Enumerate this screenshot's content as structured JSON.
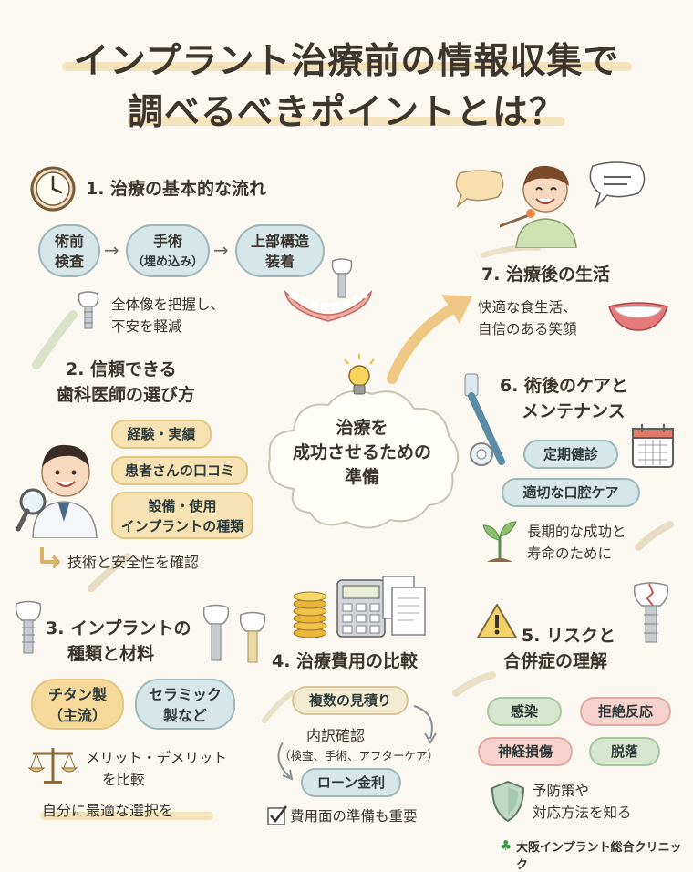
{
  "title": {
    "line1": "インプラント治療前の情報収集で",
    "line2": "調べるべきポイントとは？"
  },
  "center": {
    "line1": "治療を",
    "line2": "成功させるための",
    "line3": "準備"
  },
  "sections": {
    "s1": {
      "title": "1. 治療の基本的な流れ",
      "steps": [
        {
          "l1": "術前",
          "l2": "検査"
        },
        {
          "l1": "手術",
          "l2": "（埋め込み）"
        },
        {
          "l1": "上部構造",
          "l2": "装着"
        }
      ],
      "note1": "全体像を把握し、",
      "note2": "不安を軽減"
    },
    "s2": {
      "title1": "2. 信頼できる",
      "title2": "歯科医師の選び方",
      "tags": [
        "経験・実績",
        "患者さんの口コミ"
      ],
      "tag3_l1": "設備・使用",
      "tag3_l2": "インプラントの種類",
      "confirm": "技術と安全性を確認"
    },
    "s3": {
      "title1": "3. インプラントの",
      "title2": "種類と材料",
      "mat1_l1": "チタン製",
      "mat1_l2": "（主流）",
      "mat2_l1": "セラミック",
      "mat2_l2": "製など",
      "merit1": "メリット・デメリット",
      "merit2": "を比較",
      "choice": "自分に最適な選択を"
    },
    "s4": {
      "title": "4. 治療費用の比較",
      "estimate": "複数の見積り",
      "breakdown": "内訳確認",
      "breakdown_sub": "（検査、手術、アフターケア）",
      "loan": "ローン金利",
      "check": "費用面の準備も重要"
    },
    "s5": {
      "title1": "5. リスクと",
      "title2": "合併症の理解",
      "risks": [
        "感染",
        "拒絶反応",
        "神経損傷",
        "脱落"
      ],
      "prevent1": "予防策や",
      "prevent2": "対応方法を知る"
    },
    "s6": {
      "title1": "6. 術後のケアと",
      "title2": "メンテナンス",
      "care1": "定期健診",
      "care2": "適切な口腔ケア",
      "long1": "長期的な成功と",
      "long2": "寿命のために"
    },
    "s7": {
      "title": "7. 治療後の生活",
      "l1": "快適な食生活、",
      "l2": "自信のある笑顔"
    }
  },
  "brand": "大阪インプラント総合クリニック"
}
